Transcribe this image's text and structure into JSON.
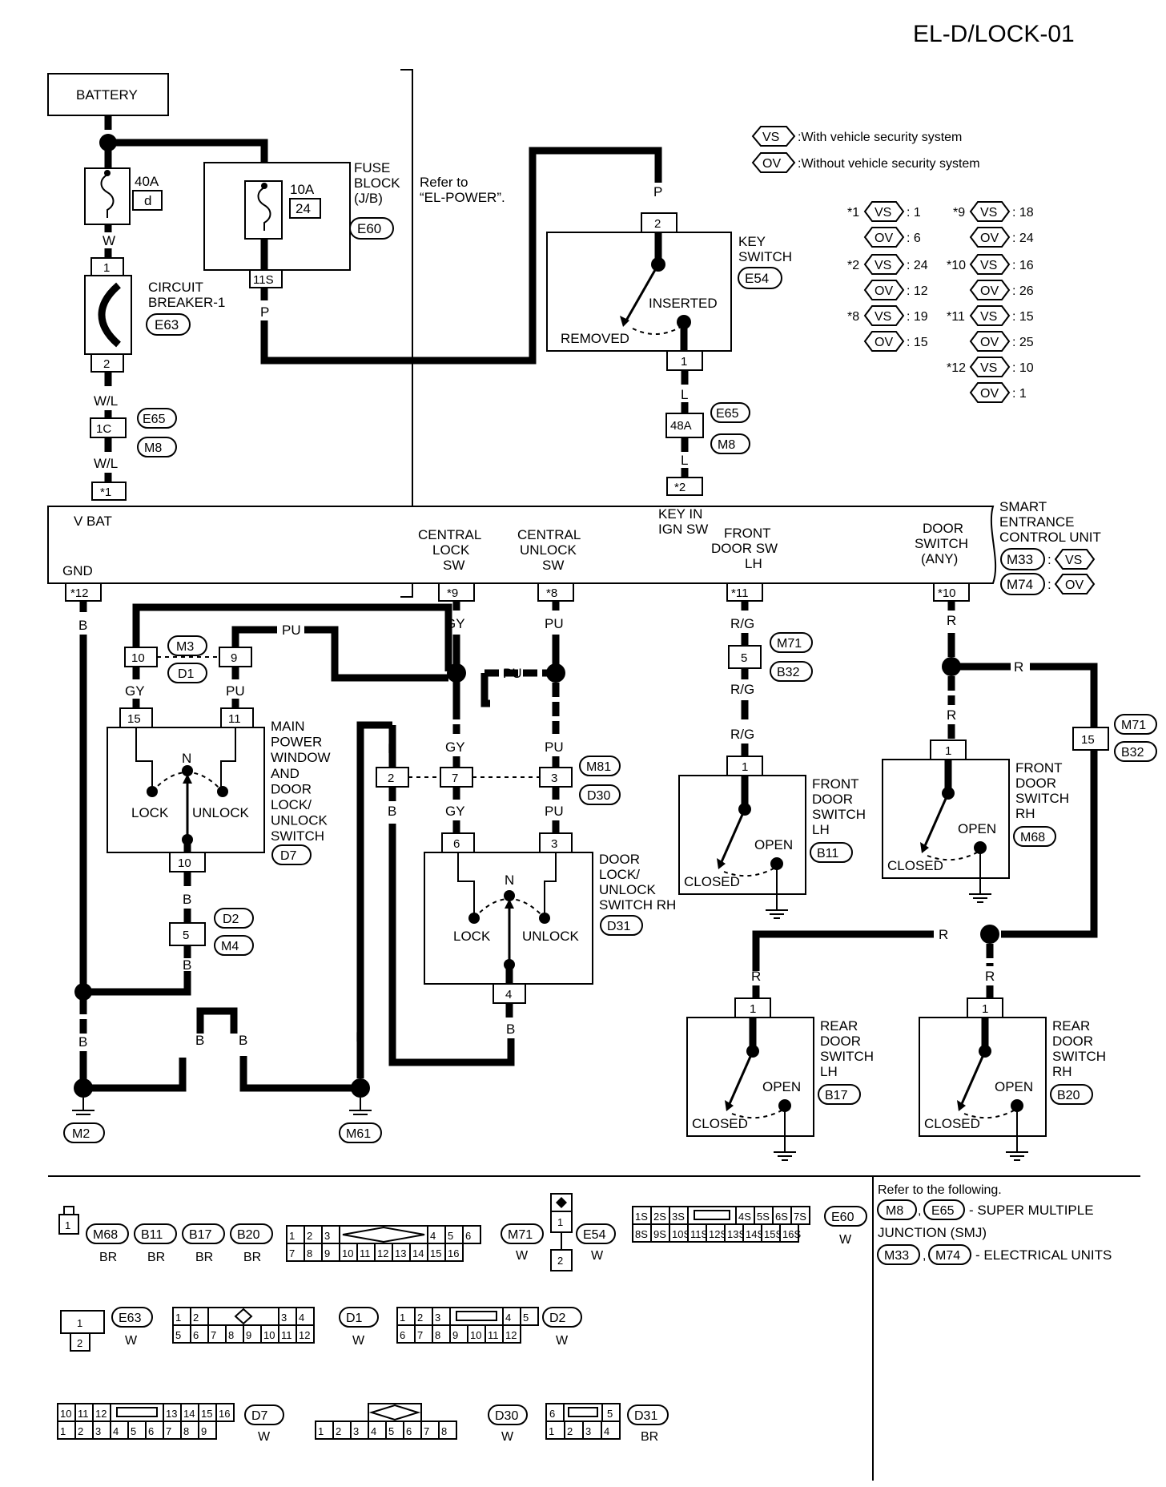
{
  "page_title": "EL-D/LOCK-01",
  "battery": "BATTERY",
  "fuse_40a": {
    "rating": "40A",
    "loc": "d"
  },
  "fuse_10a": {
    "rating": "10A",
    "loc": "24"
  },
  "fuse_block": {
    "line1": "FUSE",
    "line2": "BLOCK",
    "line3": "(J/B)",
    "conn": "E60",
    "pin": "11S"
  },
  "refer_power": {
    "line1": "Refer to",
    "line2": "“EL-POWER”."
  },
  "legend": {
    "vs": {
      "code": "VS",
      "text": ":With vehicle security system"
    },
    "ov": {
      "code": "OV",
      "text": ":Without vehicle security system"
    }
  },
  "star_table": [
    {
      "star": "*1",
      "vs": ": 1",
      "ov": ": 6"
    },
    {
      "star": "*2",
      "vs": ": 24",
      "ov": ": 12"
    },
    {
      "star": "*8",
      "vs": ": 19",
      "ov": ": 15"
    },
    {
      "star": "*9",
      "vs": ": 18",
      "ov": ": 24"
    },
    {
      "star": "*10",
      "vs": ": 16",
      "ov": ": 26"
    },
    {
      "star": "*11",
      "vs": ": 15",
      "ov": ": 25"
    },
    {
      "star": "*12",
      "vs": ": 10",
      "ov": ": 1"
    }
  ],
  "circuit_breaker": {
    "line1": "CIRCUIT",
    "line2": "BREAKER-1",
    "conn": "E63",
    "pin_in": "1",
    "pin_out": "2"
  },
  "key_switch": {
    "line1": "KEY",
    "line2": "SWITCH",
    "conn": "E54",
    "pin_in": "2",
    "pin_out": "1",
    "inserted": "INSERTED",
    "removed": "REMOVED"
  },
  "wire_colors": {
    "W": "W",
    "WL": "W/L",
    "P": "P",
    "L": "L",
    "B": "B",
    "GY": "GY",
    "PU": "PU",
    "RG": "R/G",
    "R": "R"
  },
  "joints": {
    "e65_m8_left": {
      "pin": "1C",
      "c1": "E65",
      "c2": "M8"
    },
    "e65_m8_right": {
      "pin": "48A",
      "c1": "E65",
      "c2": "M8"
    },
    "m71_b32_left": {
      "pin": "5",
      "c1": "M71",
      "c2": "B32"
    },
    "m71_b32_right": {
      "pin": "15",
      "c1": "M71",
      "c2": "B32"
    },
    "m3_d1": {
      "pin_a": "10",
      "pin_b": "9",
      "c1": "M3",
      "c2": "D1"
    },
    "d2_m4": {
      "pin": "5",
      "c1": "D2",
      "c2": "M4"
    },
    "m81_d30": {
      "pin_a": "2",
      "pin_b": "7",
      "pin_c": "3",
      "c1": "M81",
      "c2": "D30"
    }
  },
  "control_unit": {
    "name_line1": "SMART",
    "name_line2": "ENTRANCE",
    "name_line3": "CONTROL UNIT",
    "conn_vs": "M33",
    "conn_ov": "M74",
    "vs": "VS",
    "ov": "OV",
    "vbat": "V BAT",
    "gnd": "GND",
    "terminals": [
      {
        "pin": "*1"
      },
      {
        "pin": "*2"
      },
      {
        "pin": "*12"
      },
      {
        "pin": "*9"
      },
      {
        "pin": "*8"
      },
      {
        "pin": "*11"
      },
      {
        "pin": "*10"
      }
    ],
    "labels": {
      "key_in_1": "KEY IN",
      "key_in_2": "IGN SW",
      "cl_1": "CENTRAL",
      "cl_2": "LOCK",
      "cl_3": "SW",
      "cu_1": "CENTRAL",
      "cu_2": "UNLOCK",
      "cu_3": "SW",
      "fd_1": "FRONT",
      "fd_2": "DOOR SW",
      "fd_3": "LH",
      "ds_1": "DOOR",
      "ds_2": "SWITCH",
      "ds_3": "(ANY)"
    }
  },
  "main_pw_switch": {
    "lines": [
      "MAIN",
      "POWER",
      "WINDOW",
      "AND",
      "DOOR",
      "LOCK/",
      "UNLOCK",
      "SWITCH"
    ],
    "conn": "D7",
    "pin_l": "15",
    "pin_r": "11",
    "pin_b": "10",
    "n": "N",
    "lock": "LOCK",
    "unlock": "UNLOCK"
  },
  "rh_lock_switch": {
    "lines": [
      "DOOR",
      "LOCK/",
      "UNLOCK",
      "SWITCH RH"
    ],
    "conn": "D31",
    "pin_l": "6",
    "pin_r": "3",
    "pin_b": "4",
    "n": "N",
    "lock": "LOCK",
    "unlock": "UNLOCK"
  },
  "door_switches": [
    {
      "id": "fdlh",
      "lines": [
        "FRONT",
        "DOOR",
        "SWITCH",
        "LH"
      ],
      "conn": "B11",
      "pin": "1",
      "open": "OPEN",
      "closed": "CLOSED"
    },
    {
      "id": "fdrh",
      "lines": [
        "FRONT",
        "DOOR",
        "SWITCH",
        "RH"
      ],
      "conn": "M68",
      "pin": "1",
      "open": "OPEN",
      "closed": "CLOSED"
    },
    {
      "id": "rdlh",
      "lines": [
        "REAR",
        "DOOR",
        "SWITCH",
        "LH"
      ],
      "conn": "B17",
      "pin": "1",
      "open": "OPEN",
      "closed": "CLOSED"
    },
    {
      "id": "rdrh",
      "lines": [
        "REAR",
        "DOOR",
        "SWITCH",
        "RH"
      ],
      "conn": "B20",
      "pin": "1",
      "open": "OPEN",
      "closed": "CLOSED"
    }
  ],
  "grounds": {
    "left": "M2",
    "right": "M61"
  },
  "refer_box": {
    "title": "Refer to the following.",
    "line1_c1": "M8",
    "line1_c2": "E65",
    "line1_text": "- SUPER MULTIPLE",
    "line2_text": "JUNCTION (SMJ)",
    "line3_c1": "M33",
    "line3_c2": "M74",
    "line3_text": "- ELECTRICAL UNITS"
  },
  "connector_faces": {
    "single": {
      "pin": "1",
      "conns": [
        "M68",
        "B11",
        "B17",
        "B20"
      ],
      "colors": [
        "BR",
        "BR",
        "BR",
        "BR"
      ]
    },
    "m71": {
      "top": [
        "1",
        "2",
        "3",
        "4",
        "5",
        "6"
      ],
      "bottom": [
        "7",
        "8",
        "9",
        "10",
        "11",
        "12",
        "13",
        "14",
        "15",
        "16"
      ],
      "conn": "M71",
      "color": "W"
    },
    "e54": {
      "top": "1",
      "bottom": "2",
      "conn": "E54",
      "color": "W"
    },
    "e60": {
      "top": [
        "1S",
        "2S",
        "3S",
        "4S",
        "5S",
        "6S",
        "7S"
      ],
      "bottom": [
        "8S",
        "9S",
        "10S",
        "11S",
        "12S",
        "13S",
        "14S",
        "15S",
        "16S"
      ],
      "conn": "E60",
      "color": "W"
    },
    "e63": {
      "top": "1",
      "bottom": "2",
      "conn": "E63",
      "color": "W"
    },
    "d1": {
      "top": [
        "1",
        "2",
        "3",
        "4"
      ],
      "bottom": [
        "5",
        "6",
        "7",
        "8",
        "9",
        "10",
        "11",
        "12"
      ],
      "conn": "D1",
      "color": "W"
    },
    "d2": {
      "top": [
        "1",
        "2",
        "3",
        "4",
        "5"
      ],
      "bottom": [
        "6",
        "7",
        "8",
        "9",
        "10",
        "11",
        "12"
      ],
      "conn": "D2",
      "color": "W"
    },
    "d7": {
      "top": [
        "10",
        "11",
        "12",
        "13",
        "14",
        "15",
        "16"
      ],
      "bottom": [
        "1",
        "2",
        "3",
        "4",
        "5",
        "6",
        "7",
        "8",
        "9"
      ],
      "conn": "D7",
      "color": "W"
    },
    "d30": {
      "row": [
        "1",
        "2",
        "3",
        "4",
        "5",
        "6",
        "7",
        "8"
      ],
      "conn": "D30",
      "color": "W"
    },
    "d31": {
      "top": [
        "6",
        "5"
      ],
      "bottom": [
        "1",
        "2",
        "3",
        "4"
      ],
      "conn": "D31",
      "color": "BR"
    }
  }
}
